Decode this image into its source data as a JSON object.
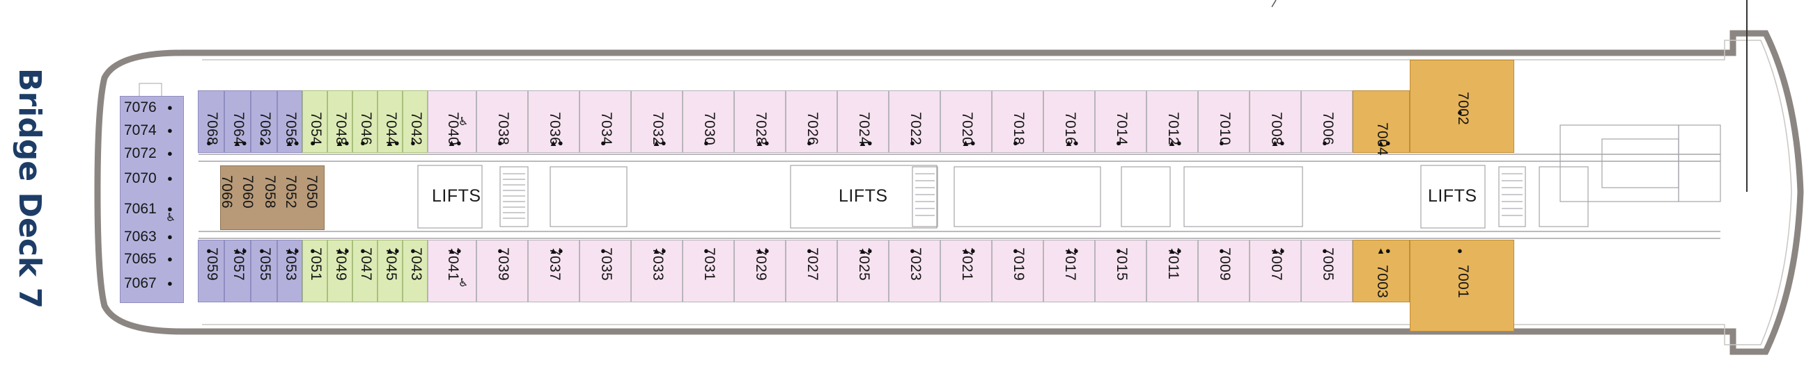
{
  "title": "Bridge Deck 7",
  "lifts_label": "LIFTS",
  "colors": {
    "lilac": "#f6e2f0",
    "blue": "#b3b1dc",
    "green": "#dcebb5",
    "brown": "#b89a78",
    "gold": "#e6b45a",
    "hull": "#8c8682",
    "title": "#1d3d67"
  },
  "icons": [
    "bed-dot-icon",
    "sofa-triangle-icon",
    "wheelchair-icon"
  ],
  "stern_cabins": [
    "7076",
    "7074",
    "7072",
    "7070",
    "7061",
    "7063",
    "7065",
    "7067"
  ],
  "center_cabins_top": [
    "7050",
    "7052",
    "7058",
    "7060",
    "7066"
  ],
  "top_row": [
    {
      "n": "7068",
      "c": "blue"
    },
    {
      "n": "7064",
      "c": "blue"
    },
    {
      "n": "7062",
      "c": "blue"
    },
    {
      "n": "7056",
      "c": "blue"
    },
    {
      "n": "7054",
      "c": "green"
    },
    {
      "n": "7048",
      "c": "green"
    },
    {
      "n": "7046",
      "c": "green"
    },
    {
      "n": "7044",
      "c": "green"
    },
    {
      "n": "7042",
      "c": "green"
    },
    {
      "n": "7040",
      "c": "lilac"
    },
    {
      "n": "7038",
      "c": "lilac"
    },
    {
      "n": "7036",
      "c": "lilac"
    },
    {
      "n": "7034",
      "c": "lilac"
    },
    {
      "n": "7032",
      "c": "lilac"
    },
    {
      "n": "7030",
      "c": "lilac"
    },
    {
      "n": "7028",
      "c": "lilac"
    },
    {
      "n": "7026",
      "c": "lilac"
    },
    {
      "n": "7024",
      "c": "lilac"
    },
    {
      "n": "7022",
      "c": "lilac"
    },
    {
      "n": "7020",
      "c": "lilac"
    },
    {
      "n": "7018",
      "c": "lilac"
    },
    {
      "n": "7016",
      "c": "lilac"
    },
    {
      "n": "7014",
      "c": "lilac"
    },
    {
      "n": "7012",
      "c": "lilac"
    },
    {
      "n": "7010",
      "c": "lilac"
    },
    {
      "n": "7008",
      "c": "lilac"
    },
    {
      "n": "7006",
      "c": "lilac"
    },
    {
      "n": "7004",
      "c": "gold"
    },
    {
      "n": "7002",
      "c": "gold"
    }
  ],
  "bottom_row": [
    {
      "n": "7059",
      "c": "blue"
    },
    {
      "n": "7057",
      "c": "blue"
    },
    {
      "n": "7055",
      "c": "blue"
    },
    {
      "n": "7053",
      "c": "blue"
    },
    {
      "n": "7051",
      "c": "green"
    },
    {
      "n": "7049",
      "c": "green"
    },
    {
      "n": "7047",
      "c": "green"
    },
    {
      "n": "7045",
      "c": "green"
    },
    {
      "n": "7043",
      "c": "green"
    },
    {
      "n": "7041",
      "c": "lilac"
    },
    {
      "n": "7039",
      "c": "lilac"
    },
    {
      "n": "7037",
      "c": "lilac"
    },
    {
      "n": "7035",
      "c": "lilac"
    },
    {
      "n": "7033",
      "c": "lilac"
    },
    {
      "n": "7031",
      "c": "lilac"
    },
    {
      "n": "7029",
      "c": "lilac"
    },
    {
      "n": "7027",
      "c": "lilac"
    },
    {
      "n": "7025",
      "c": "lilac"
    },
    {
      "n": "7023",
      "c": "lilac"
    },
    {
      "n": "7021",
      "c": "lilac"
    },
    {
      "n": "7019",
      "c": "lilac"
    },
    {
      "n": "7017",
      "c": "lilac"
    },
    {
      "n": "7015",
      "c": "lilac"
    },
    {
      "n": "7011",
      "c": "lilac"
    },
    {
      "n": "7009",
      "c": "lilac"
    },
    {
      "n": "7007",
      "c": "lilac"
    },
    {
      "n": "7005",
      "c": "lilac"
    },
    {
      "n": "7003",
      "c": "gold"
    },
    {
      "n": "7001",
      "c": "gold"
    }
  ]
}
